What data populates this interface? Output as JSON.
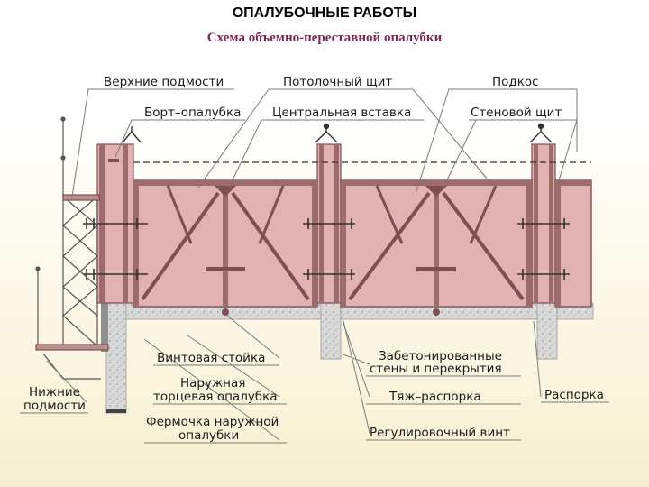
{
  "title": "ОПАЛУБОЧНЫЕ РАБОТЫ",
  "subtitle": "Схема объемно-переставной опалубки",
  "labels": {
    "upper_scaffold": "Верхние подмости",
    "ceiling_panel": "Потолочный щит",
    "brace": "Подкос",
    "edge_formwork": "Борт–опалубка",
    "central_insert": "Центральная вставка",
    "wall_panel": "Стеновой щит",
    "screw_post": "Винтовая стойка",
    "outer_end_formwork_1": "Наружная",
    "outer_end_formwork_2": "торцевая опалубка",
    "lower_scaffold_1": "Нижние",
    "lower_scaffold_2": "подмости",
    "outer_truss_1": "Фермочка наружной",
    "outer_truss_2": "опалубки",
    "concreted_1": "Забетонированные",
    "concreted_2": "стены и перекрытия",
    "tie_strut": "Тяж–распорка",
    "adjusting_screw": "Регулировочный винт",
    "spacer": "Распорка"
  },
  "colors": {
    "panel_fill": "#e2b1b1",
    "frame": "#7f4e4e",
    "concrete": "#d9d9d9",
    "leader": "#777777",
    "subtitle": "#7a2a55"
  }
}
